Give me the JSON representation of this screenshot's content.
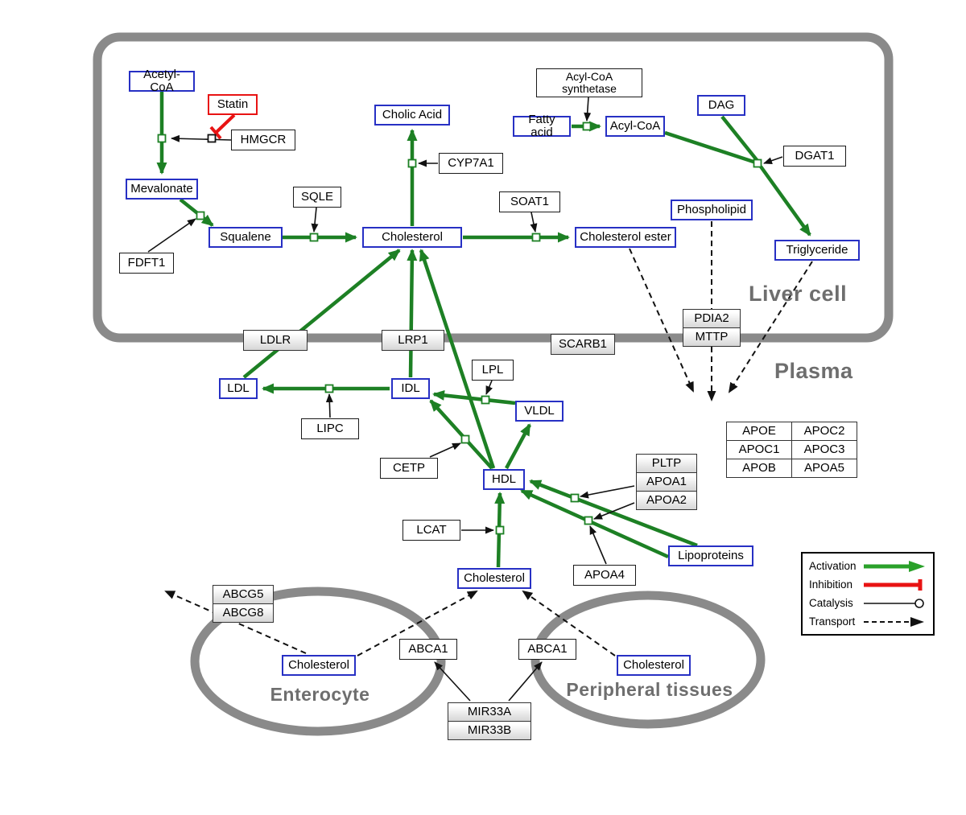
{
  "regions": {
    "liver": "Liver cell",
    "plasma": "Plasma",
    "enterocyte": "Enterocyte",
    "peripheral": "Peripheral tissues"
  },
  "nodes": {
    "acetyl_coa": "Acetyl-CoA",
    "statin": "Statin",
    "hmgcr": "HMGCR",
    "mevalonate": "Mevalonate",
    "fdft1": "FDFT1",
    "squalene": "Squalene",
    "sqle": "SQLE",
    "cholic_acid": "Cholic Acid",
    "cyp7a1": "CYP7A1",
    "cholesterol_liver": "Cholesterol",
    "soat1": "SOAT1",
    "cholesterol_ester": "Cholesterol ester",
    "acyl_coa_synthetase": "Acyl-CoA synthetase",
    "fatty_acid": "Fatty acid",
    "acyl_coa": "Acyl-CoA",
    "dag": "DAG",
    "dgat1": "DGAT1",
    "phospholipid": "Phospholipid",
    "triglyceride": "Triglyceride",
    "pdia2": "PDIA2",
    "mttp": "MTTP",
    "ldlr": "LDLR",
    "lrp1": "LRP1",
    "scarb1": "SCARB1",
    "ldl": "LDL",
    "idl": "IDL",
    "lpl": "LPL",
    "vldl": "VLDL",
    "lipc": "LIPC",
    "cetp": "CETP",
    "hdl": "HDL",
    "lcat": "LCAT",
    "pltp": "PLTP",
    "apoa1": "APOA1",
    "apoa2": "APOA2",
    "apoa4": "APOA4",
    "lipoproteins": "Lipoproteins",
    "apoe": "APOE",
    "apoc2": "APOC2",
    "apoc1": "APOC1",
    "apoc3": "APOC3",
    "apob": "APOB",
    "apoa5": "APOA5",
    "cholesterol_plasma": "Cholesterol",
    "abcg5": "ABCG5",
    "abcg8": "ABCG8",
    "cholesterol_enterocyte": "Cholesterol",
    "abca1_enterocyte": "ABCA1",
    "abca1_peripheral": "ABCA1",
    "cholesterol_peripheral": "Cholesterol",
    "mir33a": "MIR33A",
    "mir33b": "MIR33B"
  },
  "legend": {
    "activation": "Activation",
    "inhibition": "Inhibition",
    "catalysis": "Catalysis",
    "transport": "Transport"
  },
  "colors": {
    "activation": "#1d8024",
    "inhibition": "#e81313",
    "metabolite_border": "#2730c4",
    "membrane": "#8a8a8a"
  }
}
